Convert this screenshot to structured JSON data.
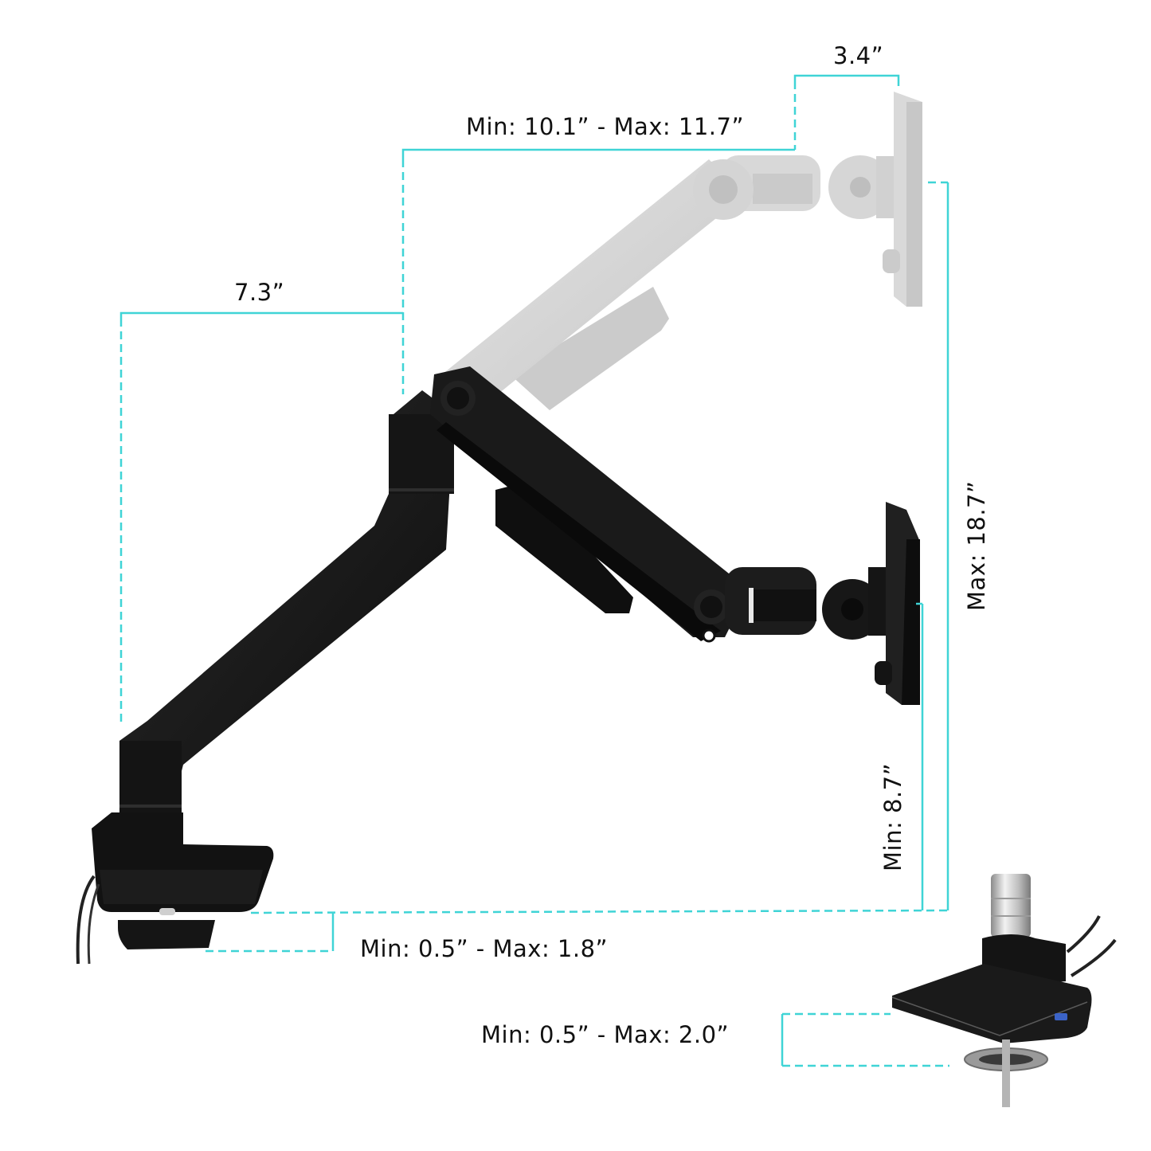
{
  "diagram": {
    "subject": "Single monitor arm with gas spring and desk clamp",
    "accent_color": "#3fd4d6",
    "arm_color": "#161616",
    "ghost_color": "#cfcfcf"
  },
  "dimensions": {
    "vesa_offset": {
      "label": "3.4”"
    },
    "upper_arm_reach": {
      "label": "Min: 10.1”  - Max: 11.7”"
    },
    "lower_arm_reach": {
      "label": "7.3”"
    },
    "max_height": {
      "label": "Max: 18.7”"
    },
    "min_height": {
      "label": "Min: 8.7”"
    },
    "clamp_thickness": {
      "label": "Min: 0.5”  - Max: 1.8”"
    },
    "grommet_thickness": {
      "label": "Min: 0.5”  - Max: 2.0”"
    }
  },
  "components": {
    "main_arm": "black articulating arm (lowered position)",
    "ghost_arm": "gray articulating arm (raised position)",
    "vesa_plate_lower": "black VESA plate",
    "vesa_plate_upper": "gray VESA plate",
    "clamp_base": "C-clamp base with USB-C port",
    "grommet_base": "grommet mount base with USB-A port"
  }
}
